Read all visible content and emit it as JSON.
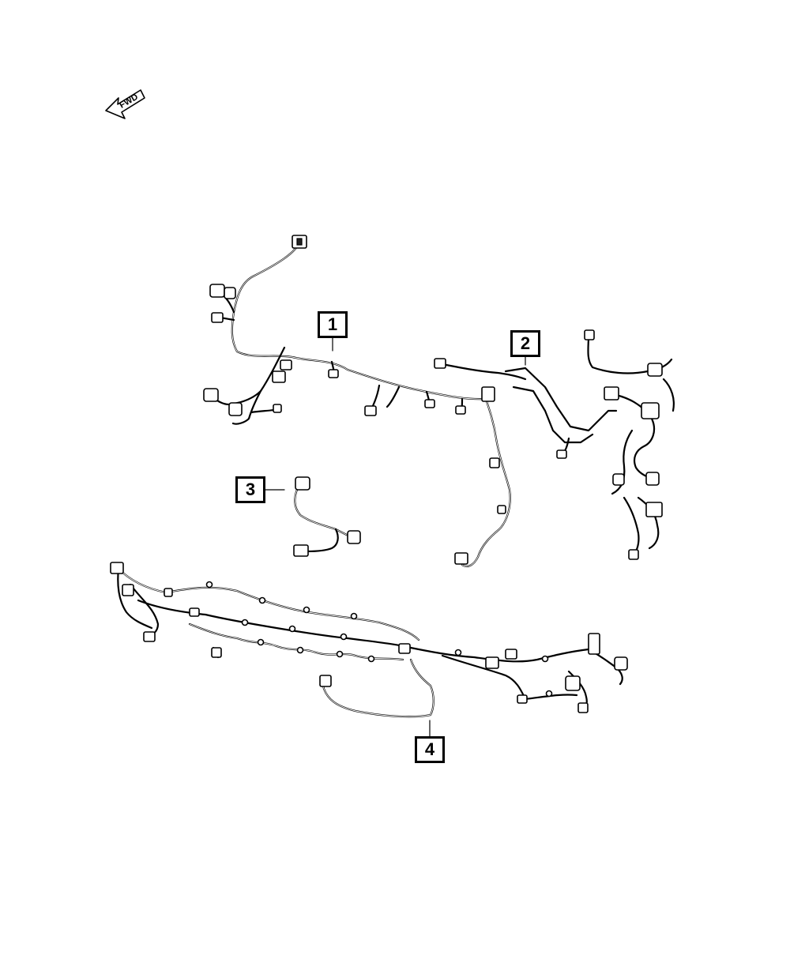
{
  "direction_arrow": {
    "label": "FWD"
  },
  "callouts": [
    {
      "id": "1",
      "label": "1"
    },
    {
      "id": "2",
      "label": "2"
    },
    {
      "id": "3",
      "label": "3"
    },
    {
      "id": "4",
      "label": "4"
    }
  ],
  "colors": {
    "line": "#000000",
    "background": "#ffffff"
  }
}
